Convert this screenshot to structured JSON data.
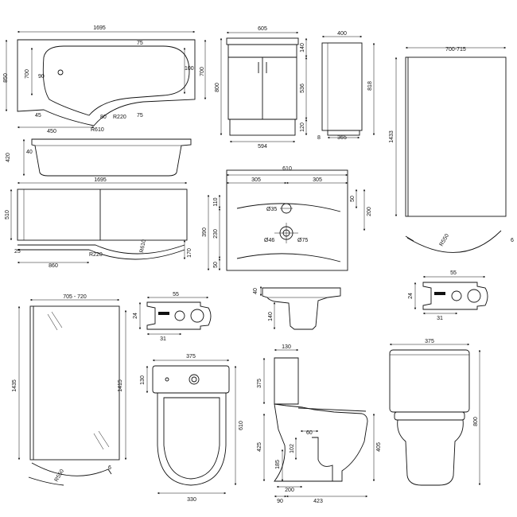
{
  "drawing": {
    "stroke_color": "#111111",
    "background": "#ffffff",
    "bath_plan": {
      "length": "1695",
      "width": "850",
      "inner_width": "700",
      "inner_right": "700",
      "waste_offset": "90",
      "end_inner": "100",
      "top_step": "75",
      "bottom_step": "75",
      "corner_left": "45",
      "bulge_width": "450",
      "dim_80": "80",
      "radius_outer": "R610",
      "radius_inner": "R220"
    },
    "bath_side": {
      "height": "420",
      "foot": "40"
    },
    "bath_panel": {
      "length": "1695",
      "height": "510",
      "step": "25",
      "depth": "860",
      "radius_inner": "R220",
      "radius_outer": "R610",
      "end": "170"
    },
    "vanity_front": {
      "width": "605",
      "height": "800",
      "top": "140",
      "door": "536",
      "plinth": "120",
      "base_width": "594"
    },
    "vanity_side": {
      "depth": "400",
      "height": "818",
      "back": "8",
      "base": "365"
    },
    "basin_plan": {
      "width": "610",
      "left_half": "305",
      "right_half": "305",
      "tap_from_top": "110",
      "waste_from_tap": "230",
      "depth": "390",
      "front": "50",
      "right_top": "50",
      "right_depth": "200",
      "tap_hole": "Ø35",
      "waste_hole": "Ø46",
      "bowl": "Ø75"
    },
    "basin_section": {
      "rim": "40",
      "bowl_depth": "140"
    },
    "screen_small": {
      "width": "700-715",
      "height": "1433",
      "radius": "R550",
      "offset": "6"
    },
    "profile_right": {
      "width": "55",
      "height": "24",
      "inner": "31"
    },
    "screen_large": {
      "width": "705 - 720",
      "height_left": "1435",
      "height_right": "1415",
      "radius": "R550",
      "offset": "6"
    },
    "profile_left": {
      "width": "55",
      "height": "24",
      "inner": "31"
    },
    "wc_plan": {
      "width": "375",
      "cistern_depth": "130",
      "depth": "610",
      "base_width": "330"
    },
    "wc_side": {
      "cistern_depth": "130",
      "cistern_height": "375",
      "pan_height": "425",
      "total": "405",
      "waste_width": "60",
      "waste_height": "102",
      "outlet_height": "185",
      "outlet_base": "200",
      "front": "90",
      "length": "423"
    },
    "wc_front": {
      "width": "375",
      "height": "800"
    }
  }
}
